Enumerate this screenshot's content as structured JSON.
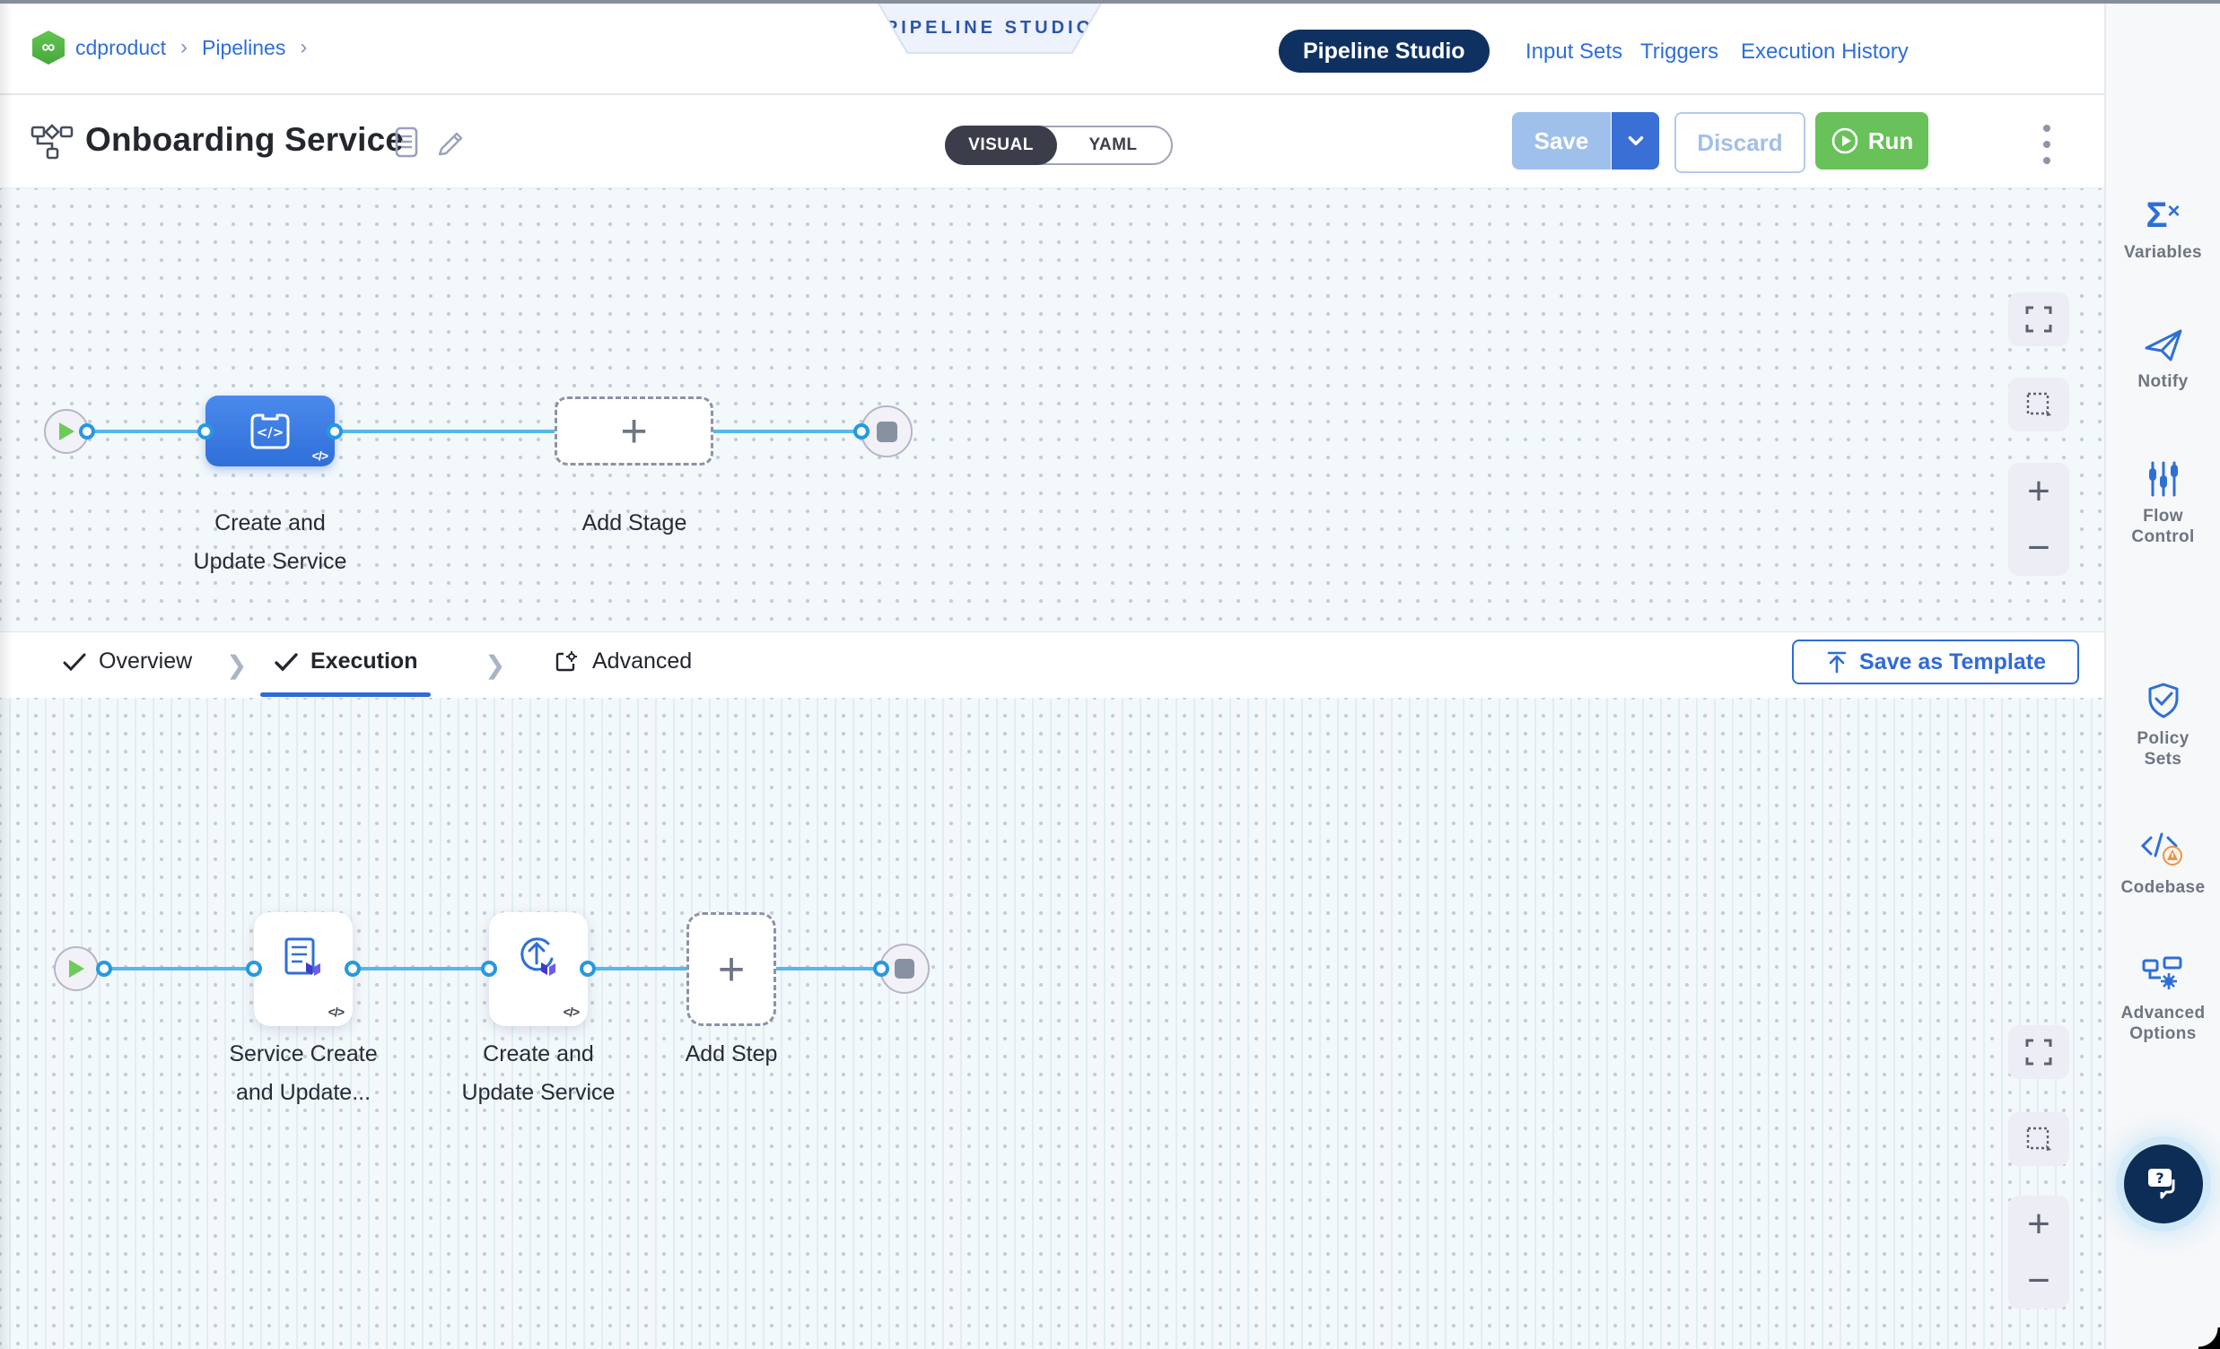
{
  "breadcrumb": {
    "project": "cdproduct",
    "sep": "›",
    "section": "Pipelines"
  },
  "banner": {
    "label": "PIPELINE STUDIO"
  },
  "nav": {
    "tabs": [
      {
        "label": "Pipeline Studio",
        "active": true
      },
      {
        "label": "Input Sets",
        "active": false
      },
      {
        "label": "Triggers",
        "active": false
      },
      {
        "label": "Execution History",
        "active": false
      }
    ]
  },
  "header": {
    "title": "Onboarding Service",
    "toggle": {
      "visual": "VISUAL",
      "yaml": "YAML"
    },
    "save_label": "Save",
    "discard_label": "Discard",
    "run_label": "Run"
  },
  "stage_canvas": {
    "stage_label": "Create and\nUpdate Service",
    "add_stage_label": "Add Stage",
    "code_badge": "</>"
  },
  "tabbar": {
    "overview": "Overview",
    "execution": "Execution",
    "advanced": "Advanced",
    "save_as_template": "Save as Template"
  },
  "step_canvas": {
    "step1_label": "Service Create\nand Update...",
    "step2_label": "Create and\nUpdate Service",
    "add_step_label": "Add Step",
    "code_badge": "</>"
  },
  "sidebar": {
    "items": [
      {
        "label": "Variables",
        "icon": "sigma-x-icon"
      },
      {
        "label": "Notify",
        "icon": "paper-plane-icon"
      },
      {
        "label": "Flow Control",
        "icon": "sliders-icon"
      },
      {
        "label": "Policy Sets",
        "icon": "shield-check-icon"
      },
      {
        "label": "Codebase",
        "icon": "code-warning-icon"
      },
      {
        "label": "Advanced Options",
        "icon": "pipeline-gear-icon"
      }
    ]
  },
  "colors": {
    "accent_blue": "#2f6bd8",
    "navy": "#0e3162",
    "run_green": "#68c159",
    "save_disabled_blue": "#9fc0eb",
    "edge_blue": "#57b7ee",
    "canvas_bg": "#f3f8fb",
    "terraform_purple": "#5246d6",
    "warning_orange": "#e8944a"
  }
}
